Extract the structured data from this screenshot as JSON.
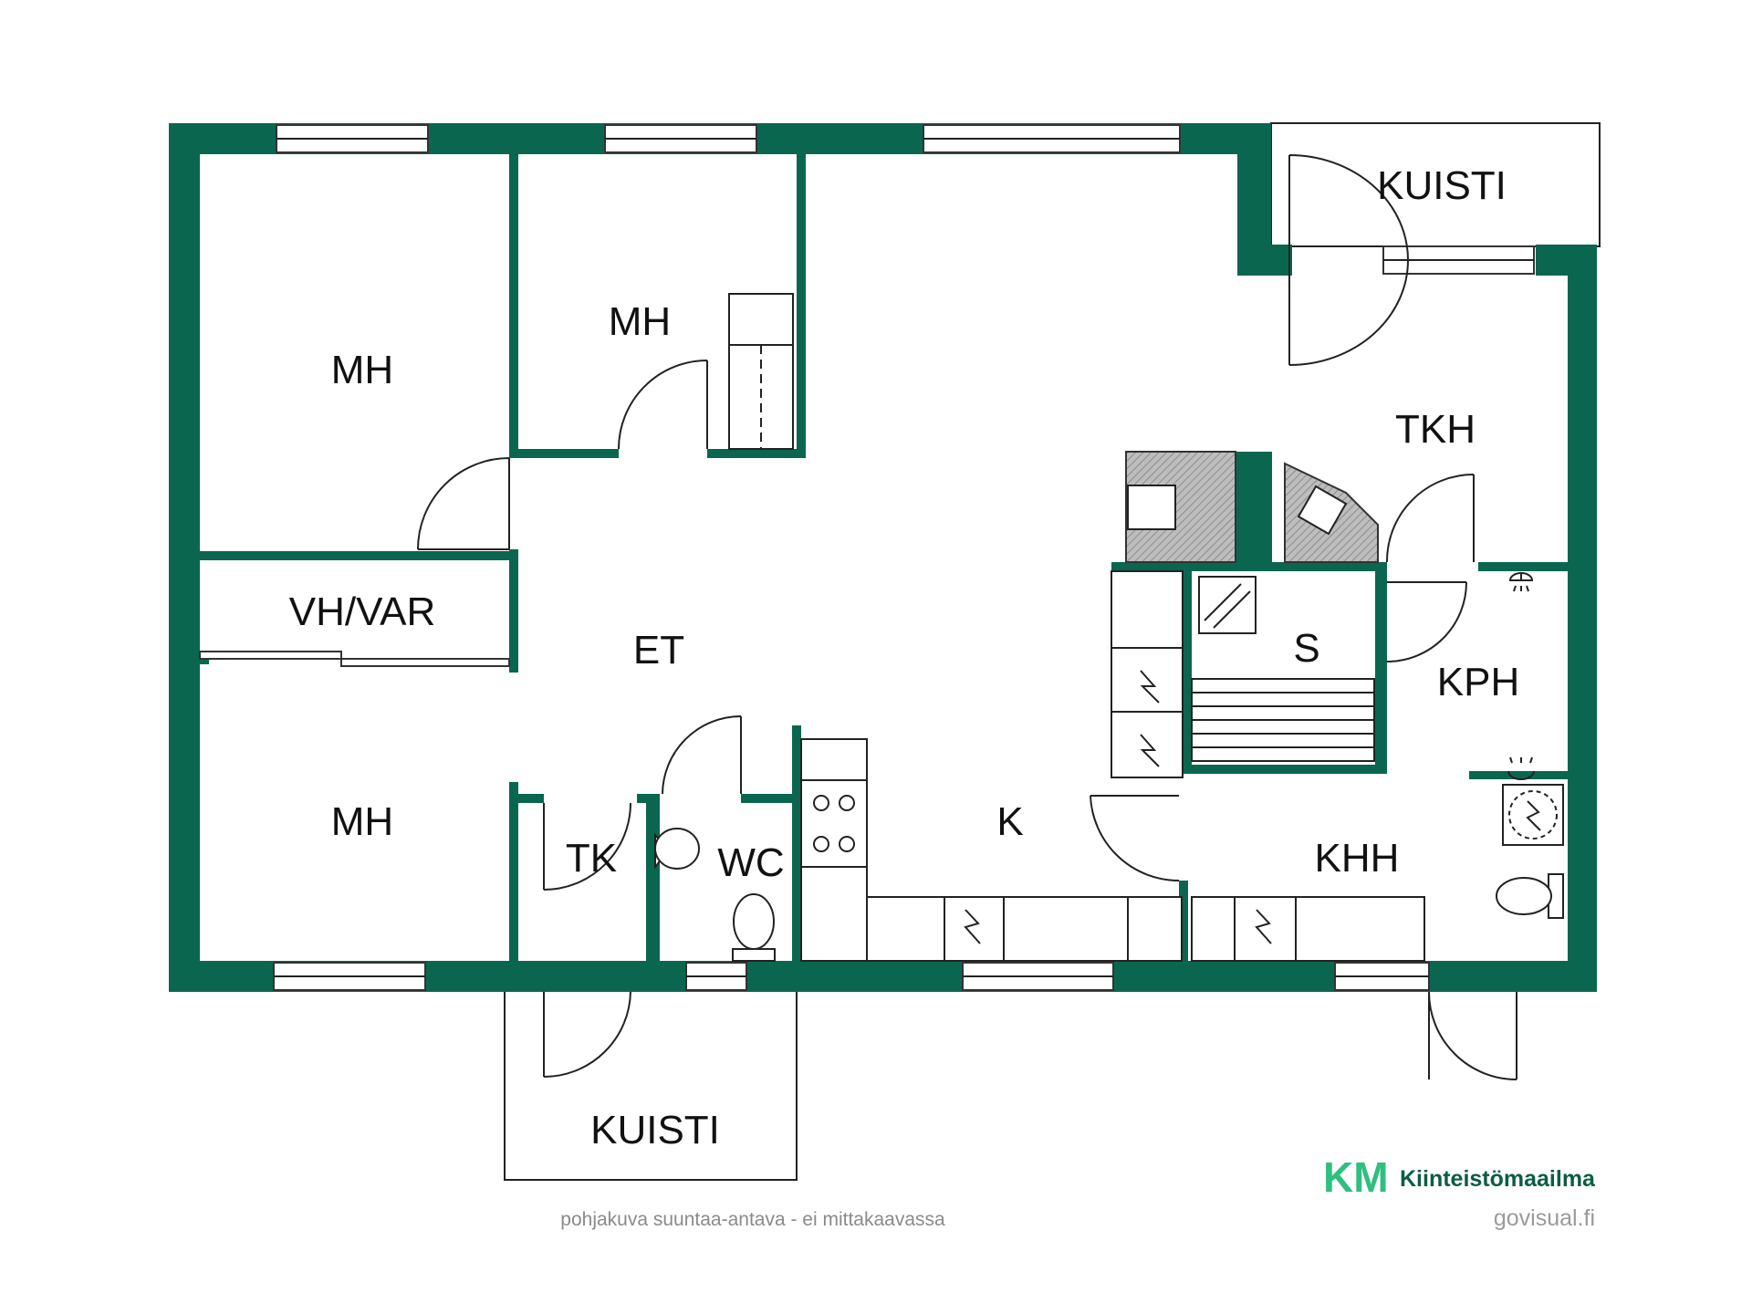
{
  "rooms": {
    "mh_top_left": "MH",
    "mh_top_mid": "MH",
    "mh_bottom_left": "MH",
    "vh_var": "VH/VAR",
    "et": "ET",
    "tk": "TK",
    "wc": "WC",
    "k": "K",
    "kuisti_top": "KUISTI",
    "kuisti_bottom": "KUISTI",
    "tkh": "TKH",
    "s": "S",
    "kph": "KPH",
    "khh": "KHH"
  },
  "footer": {
    "disclaimer": "pohjakuva suuntaa-antava - ei mittakaavassa",
    "brand_logo": "KM",
    "brand_name": "Kiinteistömaailma",
    "credit": "govisual.fi"
  },
  "colors": {
    "wall": "#0b6650",
    "brand_green": "#0b5d45",
    "brand_light_green": "#2fbf7f"
  }
}
